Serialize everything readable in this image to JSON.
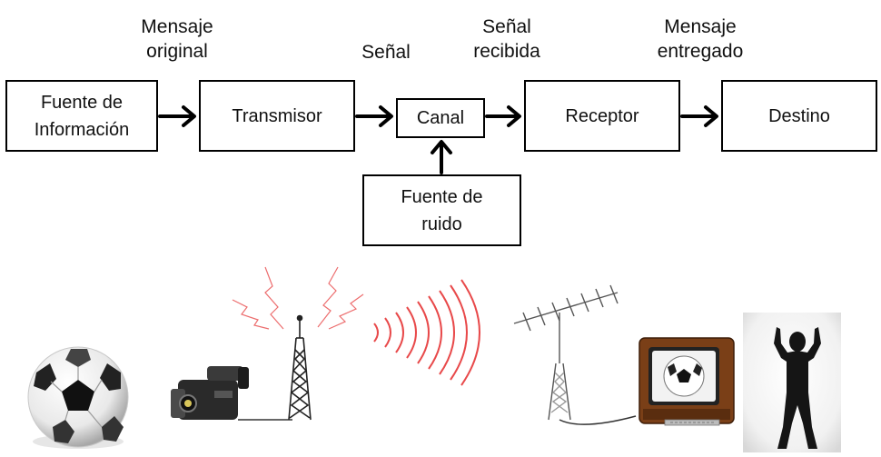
{
  "diagram": {
    "nodes": {
      "source": "Fuente de\nInformación",
      "transmitter": "Transmisor",
      "channel": "Canal",
      "receiver": "Receptor",
      "destination": "Destino",
      "noise": "Fuente de\nruido"
    },
    "edge_labels": {
      "original_message": "Mensaje\noriginal",
      "signal": "Señal",
      "received_signal": "Señal\nrecibida",
      "delivered_message": "Mensaje\nentregado"
    },
    "colors": {
      "line": "#000000",
      "radio_waves": "#e8494a",
      "antenna": "#333333"
    }
  },
  "illustrations": [
    "soccer-ball-icon",
    "video-camera-icon",
    "transmitter-tower-icon",
    "radio-waves-icon",
    "receiver-antenna-icon",
    "television-icon",
    "person-silhouette-icon"
  ]
}
